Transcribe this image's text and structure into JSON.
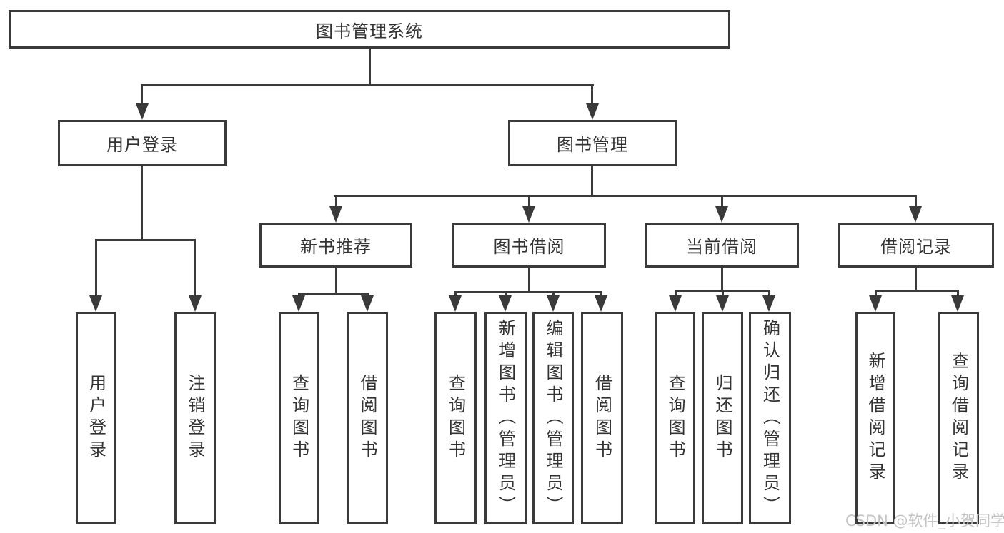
{
  "root": {
    "label": "图书管理系统"
  },
  "branches": [
    {
      "label": "用户登录",
      "children": [
        {
          "label": "用户登录"
        },
        {
          "label": "注销登录"
        }
      ]
    },
    {
      "label": "图书管理",
      "groups": [
        {
          "label": "新书推荐",
          "children": [
            {
              "label": "查询图书"
            },
            {
              "label": "借阅图书"
            }
          ]
        },
        {
          "label": "图书借阅",
          "children": [
            {
              "label": "查询图书"
            },
            {
              "label": "新增图书（管理员）"
            },
            {
              "label": "编辑图书（管理员）"
            },
            {
              "label": "借阅图书"
            }
          ]
        },
        {
          "label": "当前借阅",
          "children": [
            {
              "label": "查询图书"
            },
            {
              "label": "归还图书"
            },
            {
              "label": "确认归还（管理员）"
            }
          ]
        },
        {
          "label": "借阅记录",
          "children": [
            {
              "label": "新增借阅记录"
            },
            {
              "label": "查询借阅记录"
            }
          ]
        }
      ]
    }
  ],
  "watermark": {
    "text": "CSDN @软件_小贺同学"
  },
  "colors": {
    "line": "#3a3a3a",
    "text": "#333333",
    "watermark": "#c4c4c4",
    "background": "#ffffff"
  }
}
